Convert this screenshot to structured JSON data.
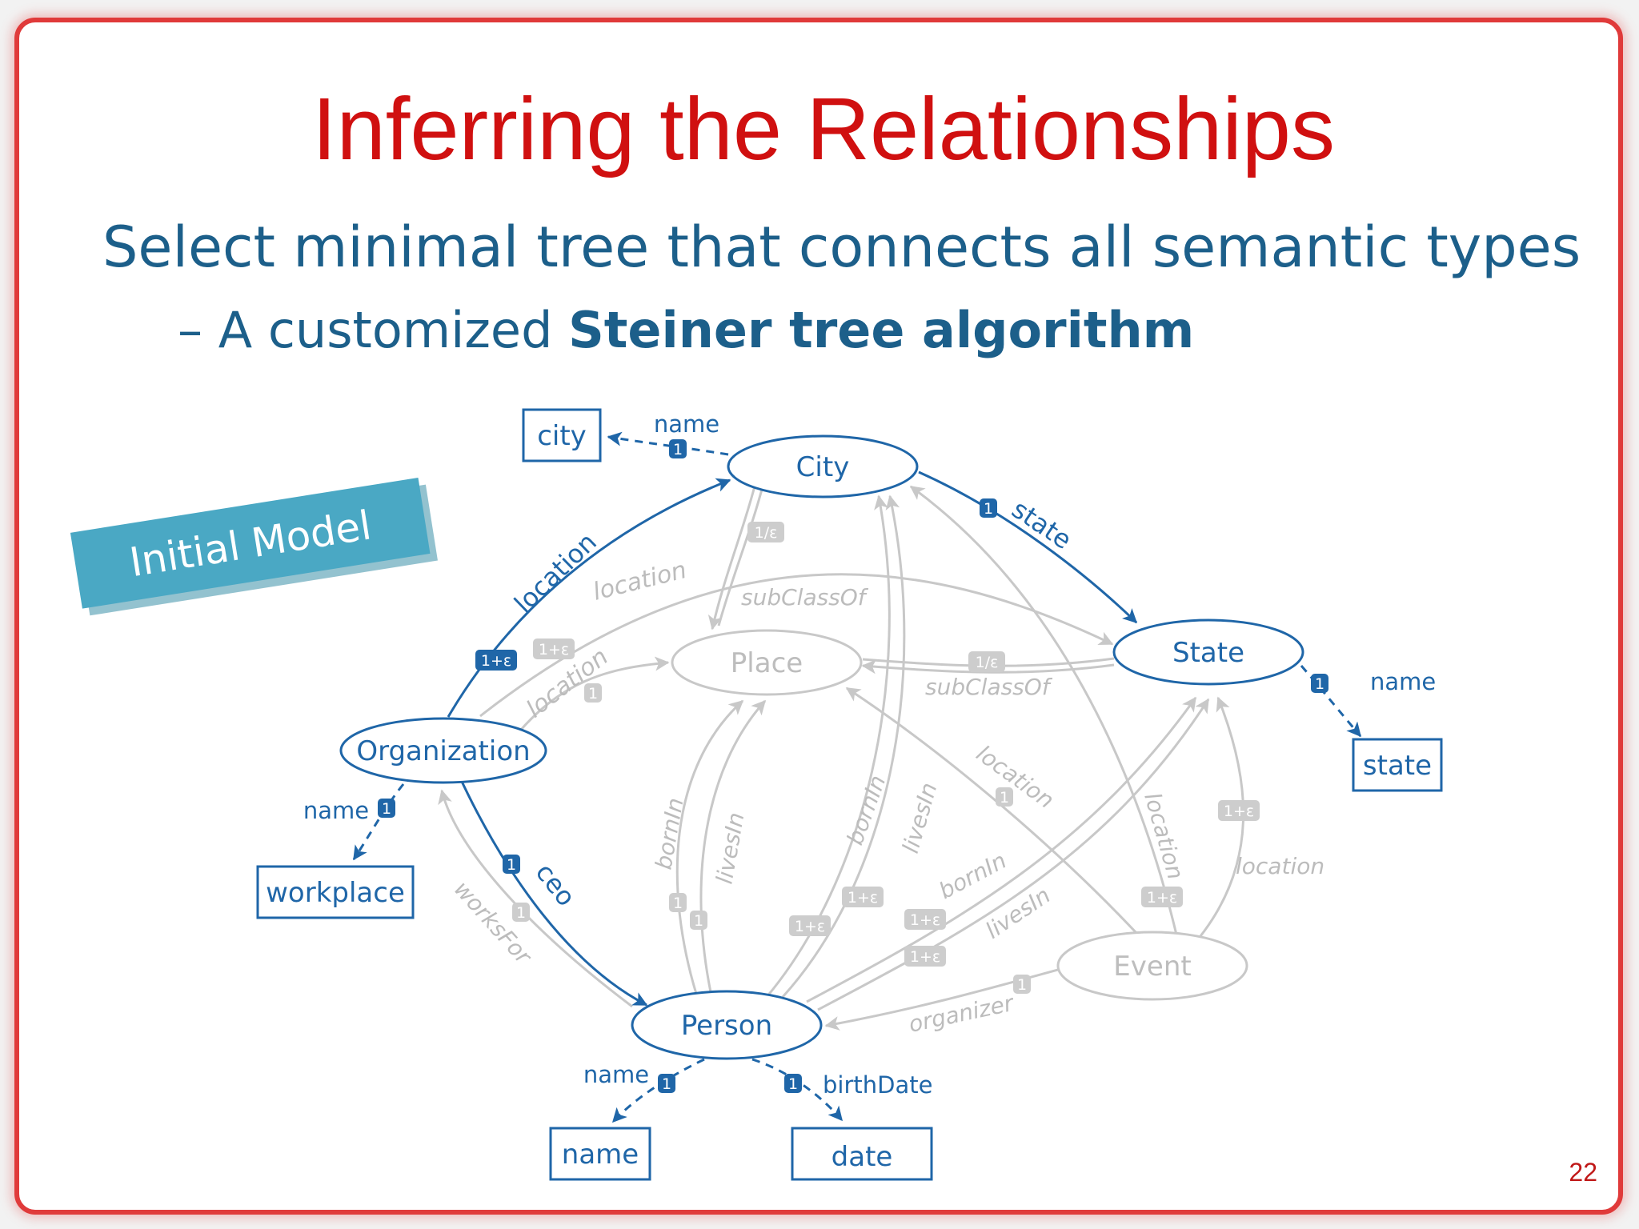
{
  "slide": {
    "title": "Inferring the Relationships",
    "bullet_main": "Select minimal tree that connects all semantic types",
    "bullet_sub_dash": "–",
    "bullet_sub_prefix": "A customized ",
    "bullet_sub_bold": "Steiner tree algorithm",
    "page_number": "22"
  },
  "banner": {
    "label": "Initial Model"
  },
  "colors": {
    "title": "#d01010",
    "text": "#1c5f8a",
    "blue": "#1f66a8",
    "grey": "#c4c4c4",
    "banner": "#4aa8c4",
    "border": "#e03a3a"
  },
  "nodes": {
    "city": "City",
    "state": "State",
    "place": "Place",
    "organization": "Organization",
    "person": "Person",
    "event": "Event"
  },
  "attribute_boxes": {
    "city": "city",
    "state": "state",
    "workplace": "workplace",
    "name": "name",
    "date": "date"
  },
  "edge_labels": {
    "city_name": "name",
    "state_name": "name",
    "org_name": "name",
    "person_name": "name",
    "birthdate": "birthDate",
    "org_city_location": "location",
    "city_state": "state",
    "org_person_ceo": "ceo",
    "org_state_location": "location",
    "org_place_location": "location",
    "city_place_subclass": "subClassOf",
    "state_place_subclass": "subClassOf",
    "person_org_worksfor": "worksFor",
    "person_place_bornin": "bornIn",
    "person_place_livesin": "livesIn",
    "person_city_bornin": "bornIn",
    "person_city_livesin": "livesIn",
    "person_state_bornin": "bornIn",
    "person_state_livesin": "livesIn",
    "event_place_location": "location",
    "event_city_location": "location",
    "event_state_location": "location",
    "event_person_organizer": "organizer"
  },
  "weights": {
    "one": "1",
    "one_plus_eps": "1+ε",
    "one_over_eps": "1/ε"
  }
}
